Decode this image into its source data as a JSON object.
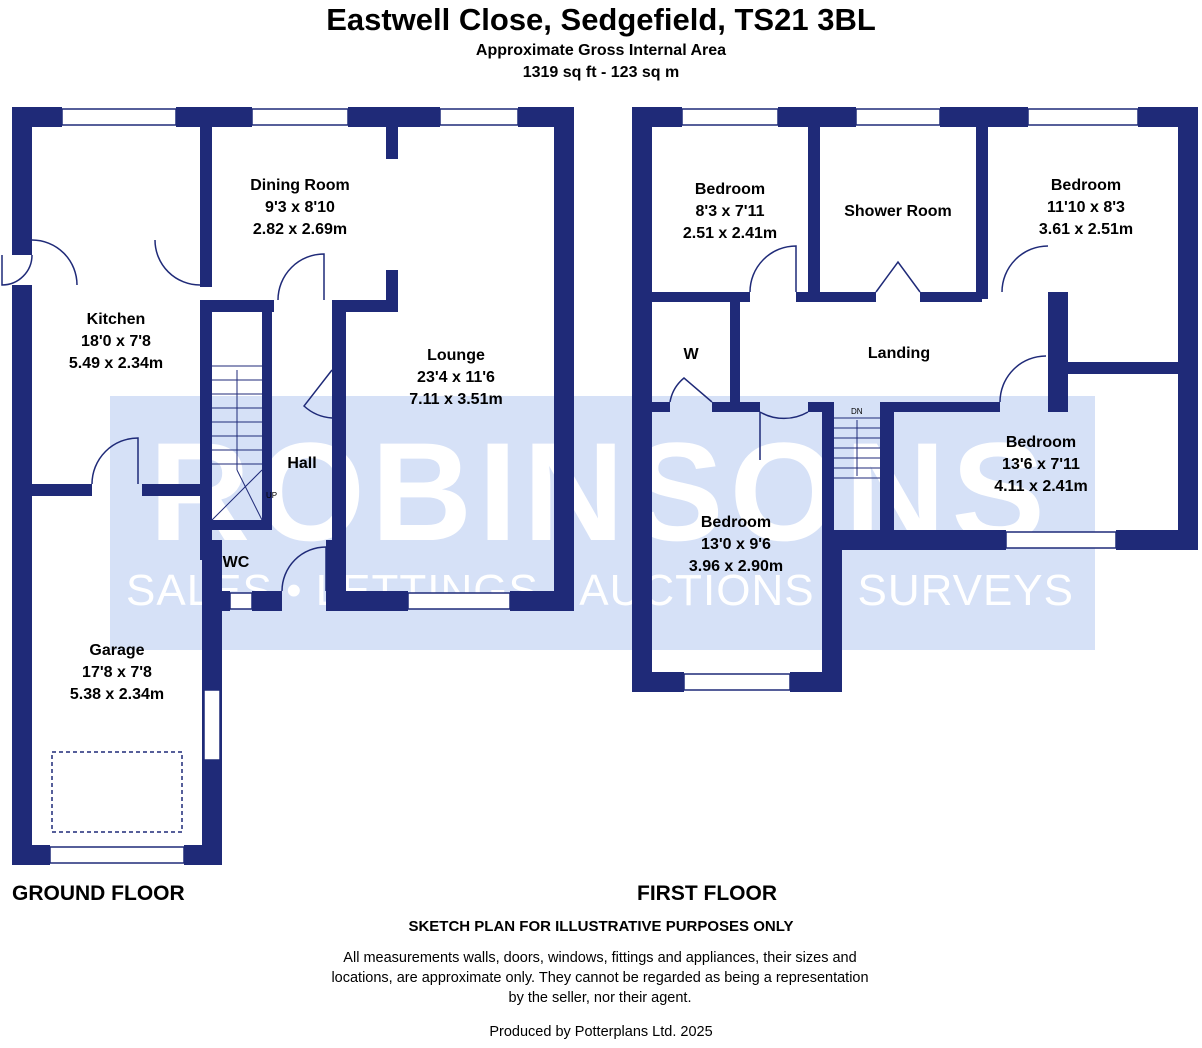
{
  "header": {
    "title": "Eastwell Close, Sedgefield, TS21 3BL",
    "subtitle": "Approximate Gross Internal Area",
    "area": "1319 sq ft - 123 sq m"
  },
  "watermark": {
    "brand": "ROBINSONS",
    "tagline": "SALES • LETTINGS • AUCTIONS • SURVEYS"
  },
  "colors": {
    "wall": "#1f2a78",
    "watermark": "#d6e1f7"
  },
  "ground_floor": {
    "label": "GROUND FLOOR",
    "rooms": [
      {
        "name": "Dining Room",
        "imperial": "9'3 x 8'10",
        "metric": "2.82 x 2.69m"
      },
      {
        "name": "Kitchen",
        "imperial": "18'0 x 7'8",
        "metric": "5.49 x 2.34m"
      },
      {
        "name": "Lounge",
        "imperial": "23'4 x 11'6",
        "metric": "7.11 x 3.51m"
      },
      {
        "name": "Hall"
      },
      {
        "name": "WC"
      },
      {
        "name": "Garage",
        "imperial": "17'8 x 7'8",
        "metric": "5.38 x 2.34m"
      }
    ],
    "stair_label": "UP"
  },
  "first_floor": {
    "label": "FIRST FLOOR",
    "rooms": [
      {
        "name": "Bedroom",
        "imperial": "8'3 x 7'11",
        "metric": "2.51 x 2.41m"
      },
      {
        "name": "Shower Room"
      },
      {
        "name": "Bedroom",
        "imperial": "11'10 x 8'3",
        "metric": "3.61 x 2.51m"
      },
      {
        "name": "W"
      },
      {
        "name": "Landing"
      },
      {
        "name": "Bedroom",
        "imperial": "13'6 x 7'11",
        "metric": "4.11 x 2.41m"
      },
      {
        "name": "Bedroom",
        "imperial": "13'0 x 9'6",
        "metric": "3.96 x 2.90m"
      }
    ],
    "stair_label": "DN"
  },
  "footer": {
    "heading": "SKETCH PLAN FOR ILLUSTRATIVE PURPOSES ONLY",
    "disclaimer": "All measurements walls, doors, windows, fittings and appliances, their sizes and locations, are approximate only. They cannot be regarded as being a representation by the seller, nor their agent.",
    "produced_by": "Produced by Potterplans Ltd. 2025"
  }
}
